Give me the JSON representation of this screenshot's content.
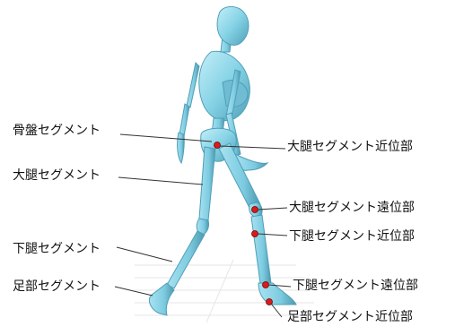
{
  "labels": {
    "pelvis_segment": "骨盤セグメント",
    "thigh_segment": "大腿セグメント",
    "shank_segment": "下腿セグメント",
    "foot_segment": "足部セグメント",
    "thigh_proximal": "大腿セグメント近位部",
    "thigh_distal": "大腿セグメント遠位部",
    "shank_proximal": "下腿セグメント近位部",
    "shank_distal": "下腿セグメント遠位部",
    "foot_proximal": "足部セグメント近位部"
  },
  "colors": {
    "figure_fill": "#86d3e6",
    "figure_shadow": "#4f9fb7",
    "marker": "#d81b1b",
    "leader_line": "#333333"
  }
}
